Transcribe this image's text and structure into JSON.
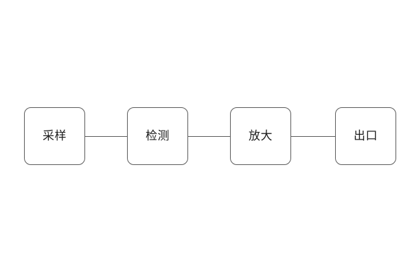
{
  "diagram": {
    "title": "",
    "background_color": "#ffffff",
    "node_border_color": "#5a5a5a",
    "node_fill_color": "#ffffff",
    "connector_color": "#5a5a5a",
    "label_color": "#1c1c1c",
    "orientation": "horizontal-left-to-right",
    "nodes": [
      {
        "id": "sampling",
        "label": "采样"
      },
      {
        "id": "detection",
        "label": "检测"
      },
      {
        "id": "amplification",
        "label": "放大"
      },
      {
        "id": "outlet",
        "label": "出口"
      }
    ],
    "connectors": [
      {
        "from": "sampling",
        "to": "detection",
        "style": "line"
      },
      {
        "from": "detection",
        "to": "amplification",
        "style": "line"
      },
      {
        "from": "amplification",
        "to": "outlet",
        "style": "line"
      }
    ]
  }
}
